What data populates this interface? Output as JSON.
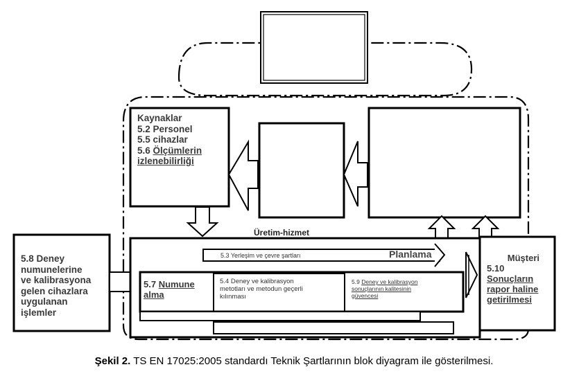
{
  "diagram": {
    "kaynaklar": {
      "title": "Kaynaklar",
      "item1": "5.2 Personel",
      "item2": "5.5 cihazlar",
      "item3_num": "5.6",
      "item3_text_a": "Ölçümlerin",
      "item3_text_b": "izlenebilirliği"
    },
    "deney_58": {
      "line1": "5.8 Deney",
      "line2": "numunelerine",
      "line3": "ve kalibrasyona",
      "line4": "gelen cihazlara",
      "line5": "uygulanan",
      "line6": "işlemler"
    },
    "uretim_hizmet": "Üretim-hizmet",
    "yerlesim": "5.3 Yerleşim ve çevre şartları",
    "planlama": "Planlama",
    "numune": {
      "num": "5.7",
      "text_a": "Numune",
      "text_b": "alma"
    },
    "metot": {
      "line1": "5.4 Deney ve kalibrasyon",
      "line2": "metotları ve metodun geçerli",
      "line3": "kılınması"
    },
    "guvence": {
      "num": "5.9",
      "line1": "Deney ve kalibrasyon",
      "line2": "sonuçlarının kalitesinin",
      "line3": "güvencesi"
    },
    "musteri": {
      "title": "Müşteri",
      "num": "5.10",
      "line1": "Sonuçların",
      "line2": "rapor haline",
      "line3": "getirilmesi"
    }
  },
  "caption": {
    "label": "Şekil 2.",
    "text": " TS EN 17025:2005 standardı Teknik Şartlarının blok diyagram ile gösterilmesi."
  }
}
